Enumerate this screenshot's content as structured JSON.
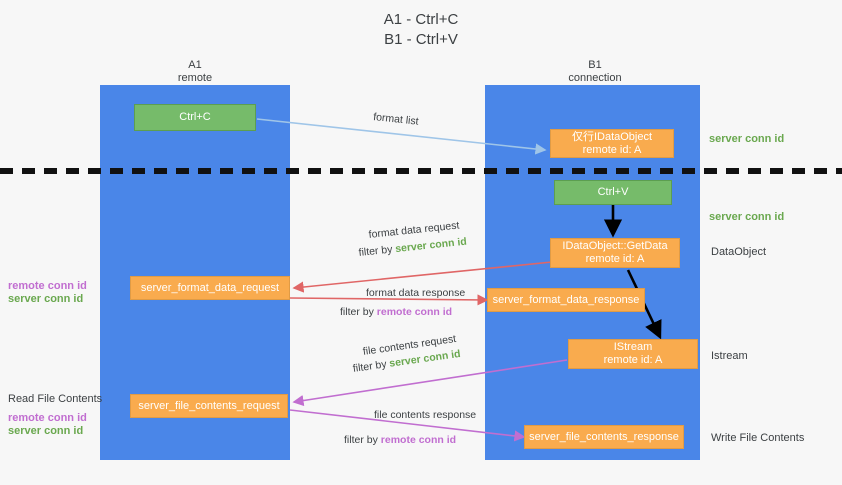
{
  "title": "A1 - Ctrl+C\nB1 - Ctrl+V",
  "lanes": [
    {
      "name": "A1",
      "role": "remote",
      "label": "A1\nremote"
    },
    {
      "name": "B1",
      "role": "connection",
      "label": "B1\nconnection"
    }
  ],
  "boxes": {
    "ctrl_c": "Ctrl+C",
    "ctrl_v": "Ctrl+V",
    "idataobject": "仅行IDataObject\nremote id: A",
    "idataobject_getdata": "IDataObject::GetData\nremote id: A",
    "istream": "IStream\nremote id: A",
    "server_format_data_request": "server_format_data_request",
    "server_format_data_response": "server_format_data_response",
    "server_file_contents_request": "server_file_contents_request",
    "server_file_contents_response": "server_file_contents_response"
  },
  "flows": {
    "format_list": "format list",
    "format_data_request": "format data request",
    "format_data_request_filter_prefix": "filter by ",
    "format_data_request_filter_key": "server conn id",
    "format_data_response": "format data response",
    "format_data_response_filter_prefix": "filter by ",
    "format_data_response_filter_key": "remote conn id",
    "file_contents_request": "file contents request",
    "file_contents_request_filter_prefix": "filter by ",
    "file_contents_request_filter_key": "server conn id",
    "file_contents_response": "file contents response",
    "file_contents_response_filter_prefix": "filter by ",
    "file_contents_response_filter_key": "remote conn id"
  },
  "left_notes": {
    "remote_conn_id": "remote conn id",
    "server_conn_id": "server conn id",
    "read_file_contents": "Read File Contents",
    "remote_conn_id_2": "remote conn id",
    "server_conn_id_2": "server conn id"
  },
  "right_notes": {
    "server_conn_id_top": "server conn id",
    "server_conn_id_mid": "server conn id",
    "dataobject": "DataObject",
    "istream": "Istream",
    "write_file_contents": "Write File Contents"
  },
  "colors": {
    "lane": "#4a86e8",
    "green_box": "#76bb6a",
    "orange_box": "#f9ab4e",
    "green_text": "#6aa84f",
    "magenta_text": "#c16ed0",
    "light_blue_arrow": "#9fc5e8",
    "red_arrow": "#e06666",
    "magenta_arrow": "#c16ed0",
    "black_arrow": "#000000",
    "background": "#f7f7f7"
  }
}
